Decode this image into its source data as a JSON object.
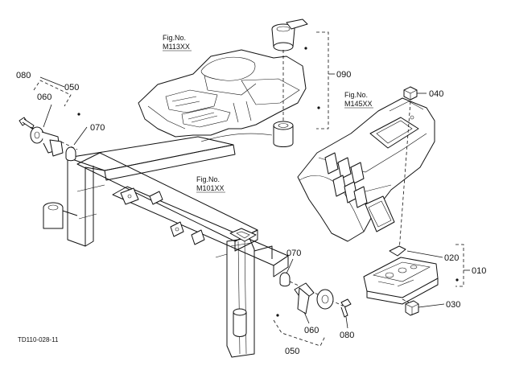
{
  "diagram": {
    "figure_refs": [
      {
        "id": "m113",
        "line1": "Fig.No.",
        "line2": "M113XX"
      },
      {
        "id": "m145",
        "line1": "Fig.No.",
        "line2": "M145XX"
      },
      {
        "id": "m101",
        "line1": "Fig.No.",
        "line2": "M101XX"
      }
    ],
    "part_labels": {
      "p080_top": "080",
      "p050_top": "050",
      "p060_top": "060",
      "p070_top": "070",
      "p090": "090",
      "p040": "040",
      "p020": "020",
      "p010": "010",
      "p030": "030",
      "p070_bottom": "070",
      "p060_bottom": "060",
      "p050_bottom": "050",
      "p080_bottom": "080"
    },
    "drawing_code": "TD110-028-11"
  }
}
